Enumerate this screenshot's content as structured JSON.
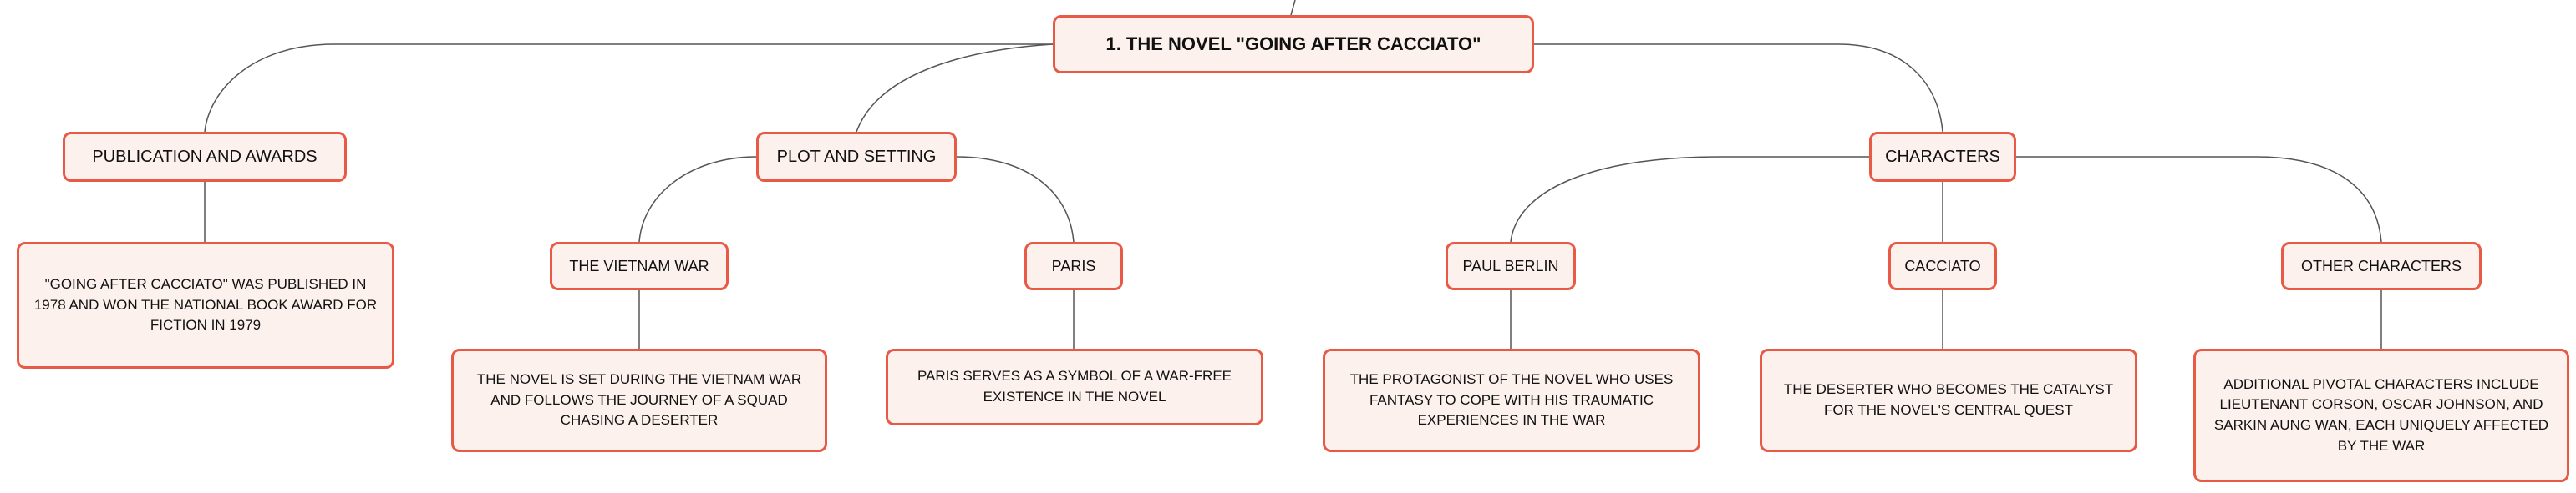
{
  "root": {
    "label": "1. THE NOVEL \"GOING AFTER CACCIATO\""
  },
  "branches": {
    "publication": {
      "label": "PUBLICATION AND AWARDS",
      "detail": "\"GOING AFTER CACCIATO\" WAS PUBLISHED IN 1978 AND WON THE NATIONAL BOOK AWARD FOR FICTION IN 1979"
    },
    "plot": {
      "label": "PLOT AND SETTING",
      "vietnam": {
        "label": "THE VIETNAM WAR",
        "detail": "THE NOVEL IS SET DURING THE VIETNAM WAR AND FOLLOWS THE JOURNEY OF A SQUAD CHASING A DESERTER"
      },
      "paris": {
        "label": "PARIS",
        "detail": "PARIS SERVES AS A SYMBOL OF A WAR-FREE EXISTENCE IN THE NOVEL"
      }
    },
    "characters": {
      "label": "CHARACTERS",
      "paul": {
        "label": "PAUL BERLIN",
        "detail": "THE PROTAGONIST OF THE NOVEL WHO USES FANTASY TO COPE WITH HIS TRAUMATIC EXPERIENCES IN THE WAR"
      },
      "cacciato": {
        "label": "CACCIATO",
        "detail": "THE DESERTER WHO BECOMES THE CATALYST FOR THE NOVEL'S CENTRAL QUEST"
      },
      "others": {
        "label": "OTHER CHARACTERS",
        "detail": "ADDITIONAL PIVOTAL CHARACTERS INCLUDE LIEUTENANT CORSON, OSCAR JOHNSON, AND SARKIN AUNG WAN, EACH UNIQUELY AFFECTED BY THE WAR"
      }
    }
  }
}
